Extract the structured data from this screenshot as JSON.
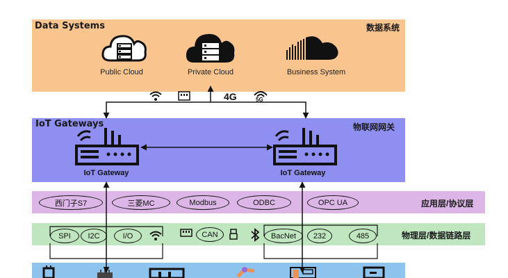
{
  "data_systems": {
    "title": "Data Systems",
    "title_cn": "数据系统",
    "public_cloud": "Public Cloud",
    "private_cloud": "Private Cloud",
    "business_system": "Business System"
  },
  "connectivity": {
    "fourg": "4G",
    "fiveg": "5G"
  },
  "gateways": {
    "title": "IoT Gateways",
    "title_cn": "物联网网关",
    "left_label": "IoT Gateway",
    "right_label": "IoT Gateway"
  },
  "application_layer": {
    "title_cn": "应用层/协议层",
    "protocols": [
      "西门子S7",
      "三菱MC",
      "Modbus",
      "ODBC",
      "OPC UA"
    ]
  },
  "physical_layer": {
    "title_cn": "物理层/数据链路层",
    "interfaces": [
      "SPI",
      "I2C",
      "I/O",
      "CAN",
      "BacNet",
      "232",
      "485"
    ]
  },
  "colors": {
    "data_systems_bg": "#f9c48e",
    "gateways_bg": "#8f8ff2",
    "application_bg": "#dcb6e6",
    "physical_bg": "#bfe6bf",
    "devices_bg": "#8ec3ee"
  }
}
